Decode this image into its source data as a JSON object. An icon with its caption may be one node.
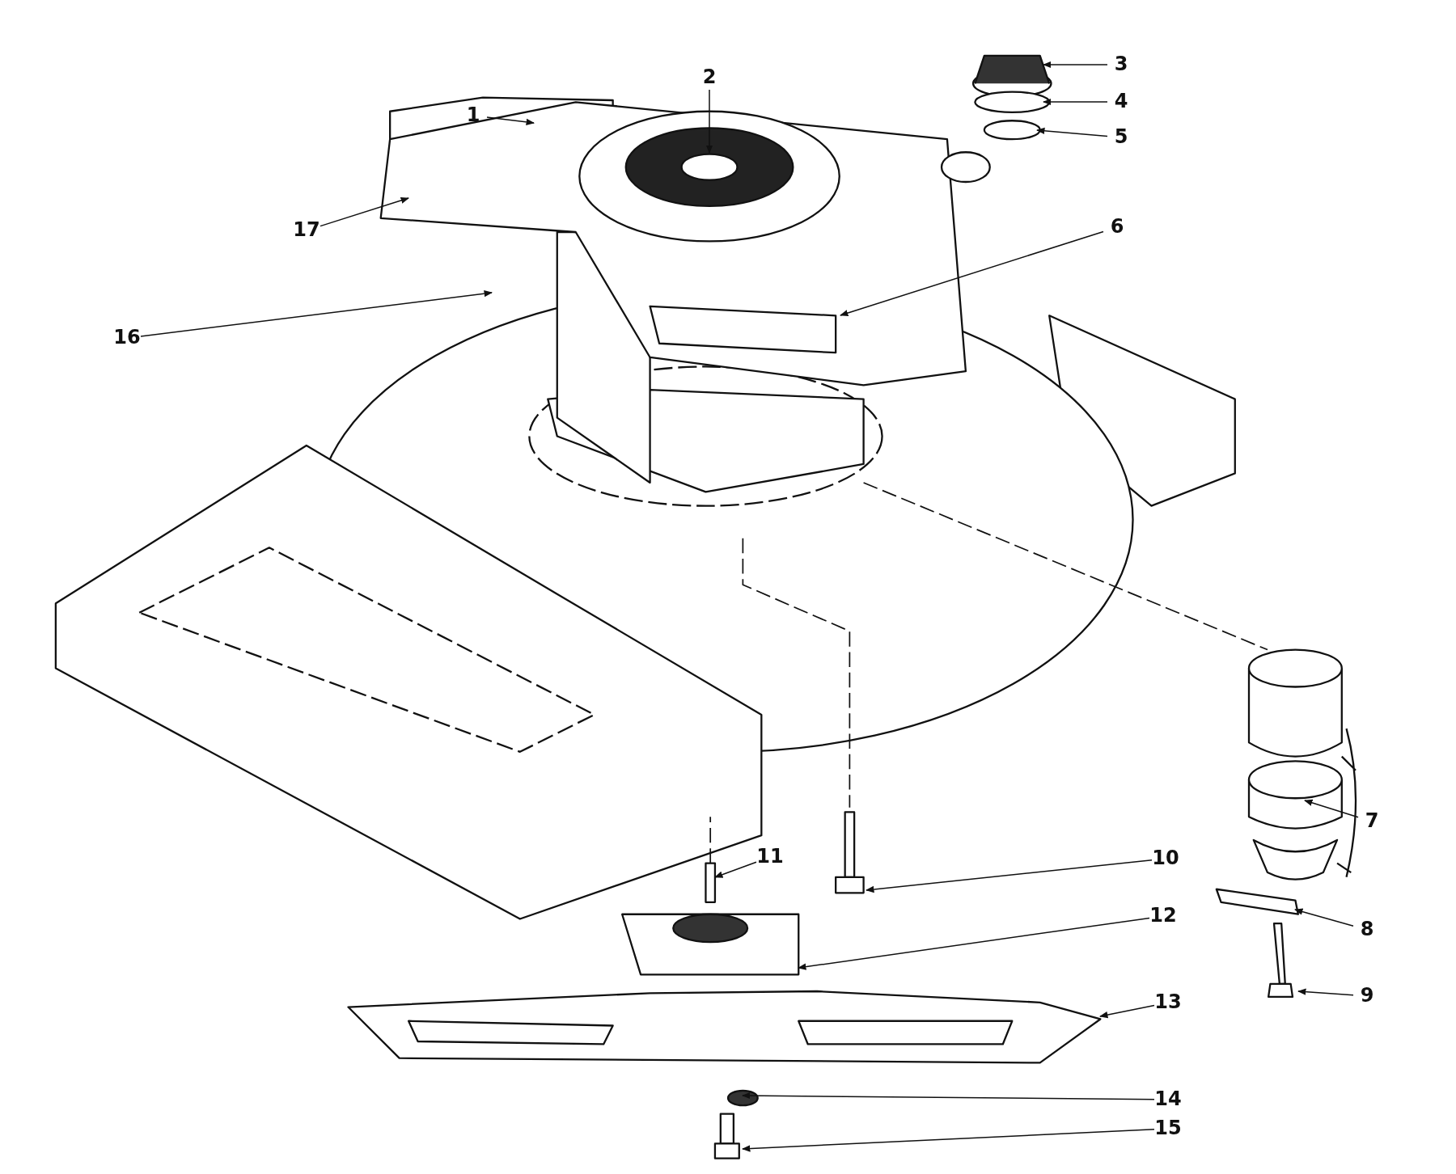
{
  "diagram": {
    "nodes": [
      {
        "text": [
          "1"
        ]
      },
      {
        "text": [
          "2"
        ]
      },
      {
        "text": [
          "3"
        ]
      },
      {
        "text": [
          "4"
        ]
      },
      {
        "text": [
          "5"
        ]
      },
      {
        "text": [
          "6"
        ]
      },
      {
        "text": [
          "7"
        ]
      },
      {
        "text": [
          "8"
        ]
      },
      {
        "text": [
          "9"
        ]
      },
      {
        "text": [
          "10"
        ]
      },
      {
        "text": [
          "11"
        ]
      },
      {
        "text": [
          "12"
        ]
      },
      {
        "text": [
          "13"
        ]
      },
      {
        "text": [
          "14"
        ]
      },
      {
        "text": [
          "15"
        ]
      },
      {
        "text": [
          "16"
        ]
      },
      {
        "text": [
          "17"
        ]
      }
    ],
    "edges": [
      {
        "from": 0,
        "to": null,
        "arrow": "to"
      },
      {
        "from": 1,
        "to": null,
        "arrow": "to"
      },
      {
        "from": 2,
        "to": null,
        "arrow": "to"
      },
      {
        "from": 3,
        "to": null,
        "arrow": "to"
      },
      {
        "from": 4,
        "to": null,
        "arrow": "to"
      },
      {
        "from": 5,
        "to": null,
        "arrow": "to"
      },
      {
        "from": 6,
        "to": null,
        "arrow": "to"
      },
      {
        "from": 7,
        "to": null,
        "arrow": "to"
      },
      {
        "from": 8,
        "to": null,
        "arrow": "to"
      },
      {
        "from": 9,
        "to": null,
        "arrow": "to"
      },
      {
        "from": 10,
        "to": null,
        "arrow": "to"
      },
      {
        "from": 11,
        "to": null,
        "arrow": "to"
      },
      {
        "from": 12,
        "to": null,
        "arrow": "to"
      },
      {
        "from": 13,
        "to": null,
        "arrow": "to"
      },
      {
        "from": 14,
        "to": null,
        "arrow": "to"
      },
      {
        "from": 15,
        "to": null,
        "arrow": "to"
      },
      {
        "from": 16,
        "to": null,
        "arrow": "to"
      }
    ]
  }
}
